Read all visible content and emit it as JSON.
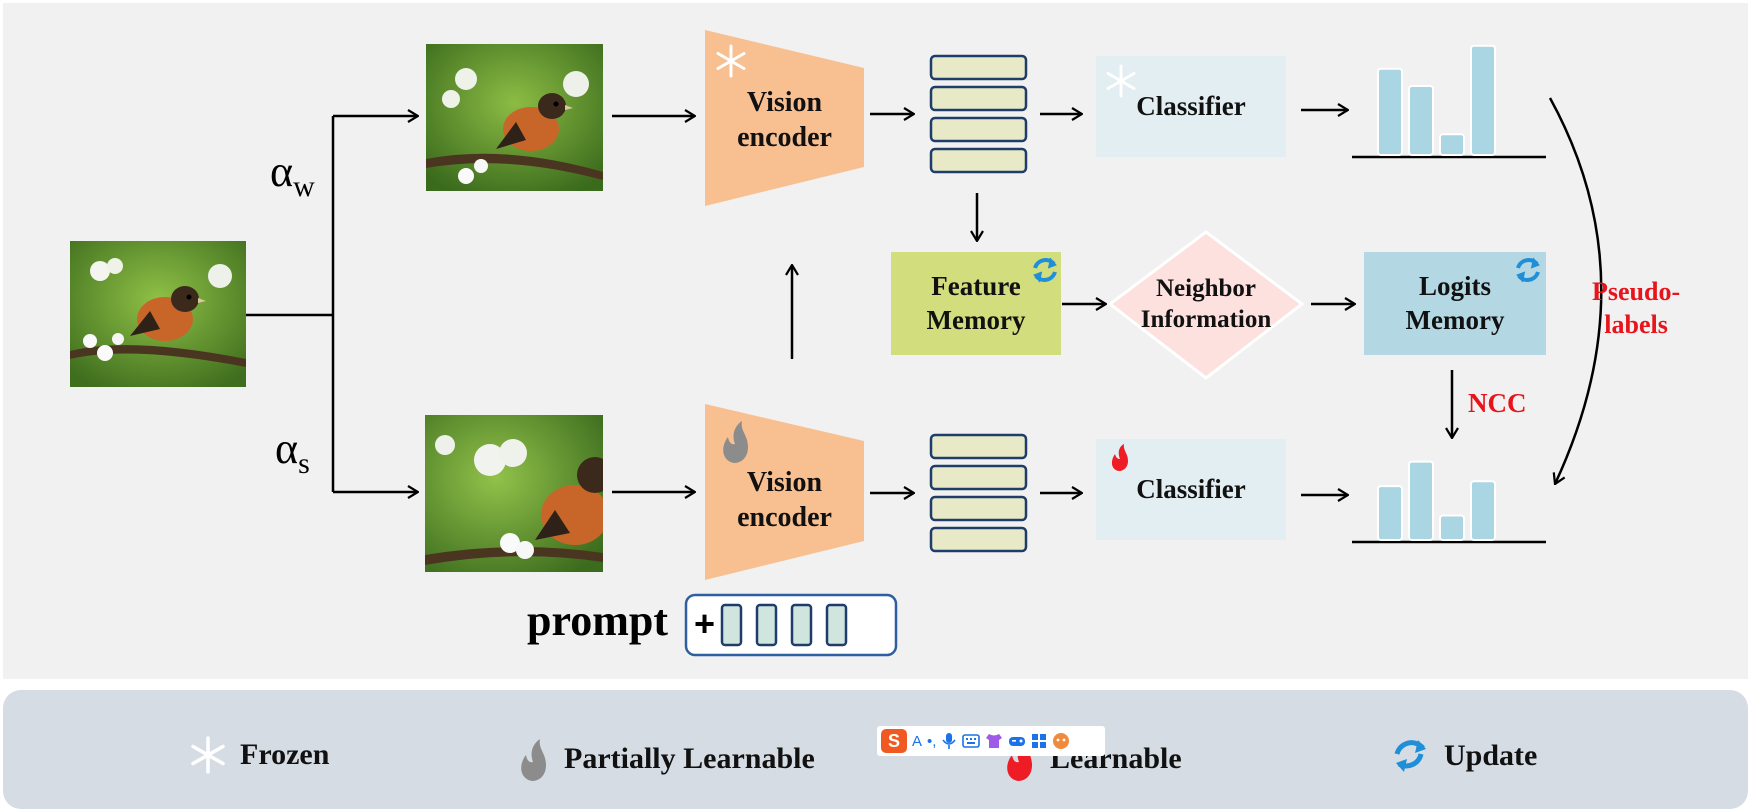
{
  "nodes": {
    "vision_encoder_top": {
      "line1": "Vision",
      "line2": "encoder"
    },
    "vision_encoder_bottom": {
      "line1": "Vision",
      "line2": "encoder"
    },
    "classifier_top": "Classifier",
    "classifier_bottom": "Classifier",
    "feature_memory": {
      "line1": "Feature",
      "line2": "Memory"
    },
    "neighbor_information": {
      "line1": "Neighbor",
      "line2": "Information"
    },
    "logits_memory": {
      "line1": "Logits",
      "line2": "Memory"
    }
  },
  "labels": {
    "alpha_w": {
      "symbol": "α",
      "sub": "w"
    },
    "alpha_s": {
      "symbol": "α",
      "sub": "s"
    },
    "pseudo_labels": {
      "line1": "Pseudo-",
      "line2": "labels"
    },
    "ncc": "NCC",
    "prompt": "prompt",
    "prompt_plus": "+"
  },
  "legend": {
    "frozen": "Frozen",
    "partially_learnable": "Partially Learnable",
    "learnable": "Learnable",
    "update": "Update"
  },
  "histogram_top": {
    "values": [
      0.75,
      0.6,
      0.18,
      0.95
    ]
  },
  "histogram_bottom": {
    "values": [
      0.55,
      0.8,
      0.25,
      0.6
    ]
  },
  "colors": {
    "vision_encoder": "#f8bf91",
    "classifier": "#e2eef1",
    "feature_memory": "#d2de7e",
    "neighbor_information": "#fde1df",
    "logits_memory": "#b3d8e4",
    "token": "#e8e9c6",
    "bar": "#a9d6e2",
    "prompt_token": "#cfe5dd",
    "red_text": "#e8141b",
    "update_icon": "#1f8fd8",
    "flame": "#ee1c24",
    "partial_flame": "#8c8c8c"
  },
  "overlay_ime": {
    "logo": "S",
    "items": [
      "A",
      "•,",
      "mic-icon",
      "keyboard-icon",
      "shirt-icon",
      "gamepad-icon",
      "grid-icon",
      "face-icon"
    ]
  }
}
